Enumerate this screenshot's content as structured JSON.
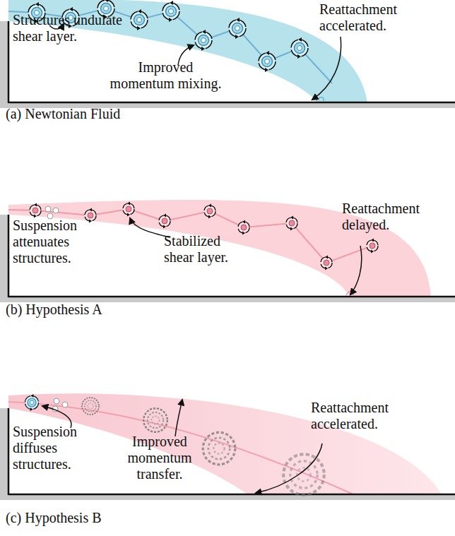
{
  "diagram": {
    "labels": [
      "Reattachment accelerated.",
      "Structures undulate shear layer.",
      "Improved momentum mixing.",
      "(a) Newtonian Fluid",
      "Reattachment delayed.",
      "Suspension attenuates structures.",
      "Stabilized shear layer.",
      "(b) Hypothesis A",
      "Reattachment accelerated.",
      "Suspension diffuses structures.",
      "Improved momentum transfer.",
      "(c) Hypothesis B"
    ]
  }
}
